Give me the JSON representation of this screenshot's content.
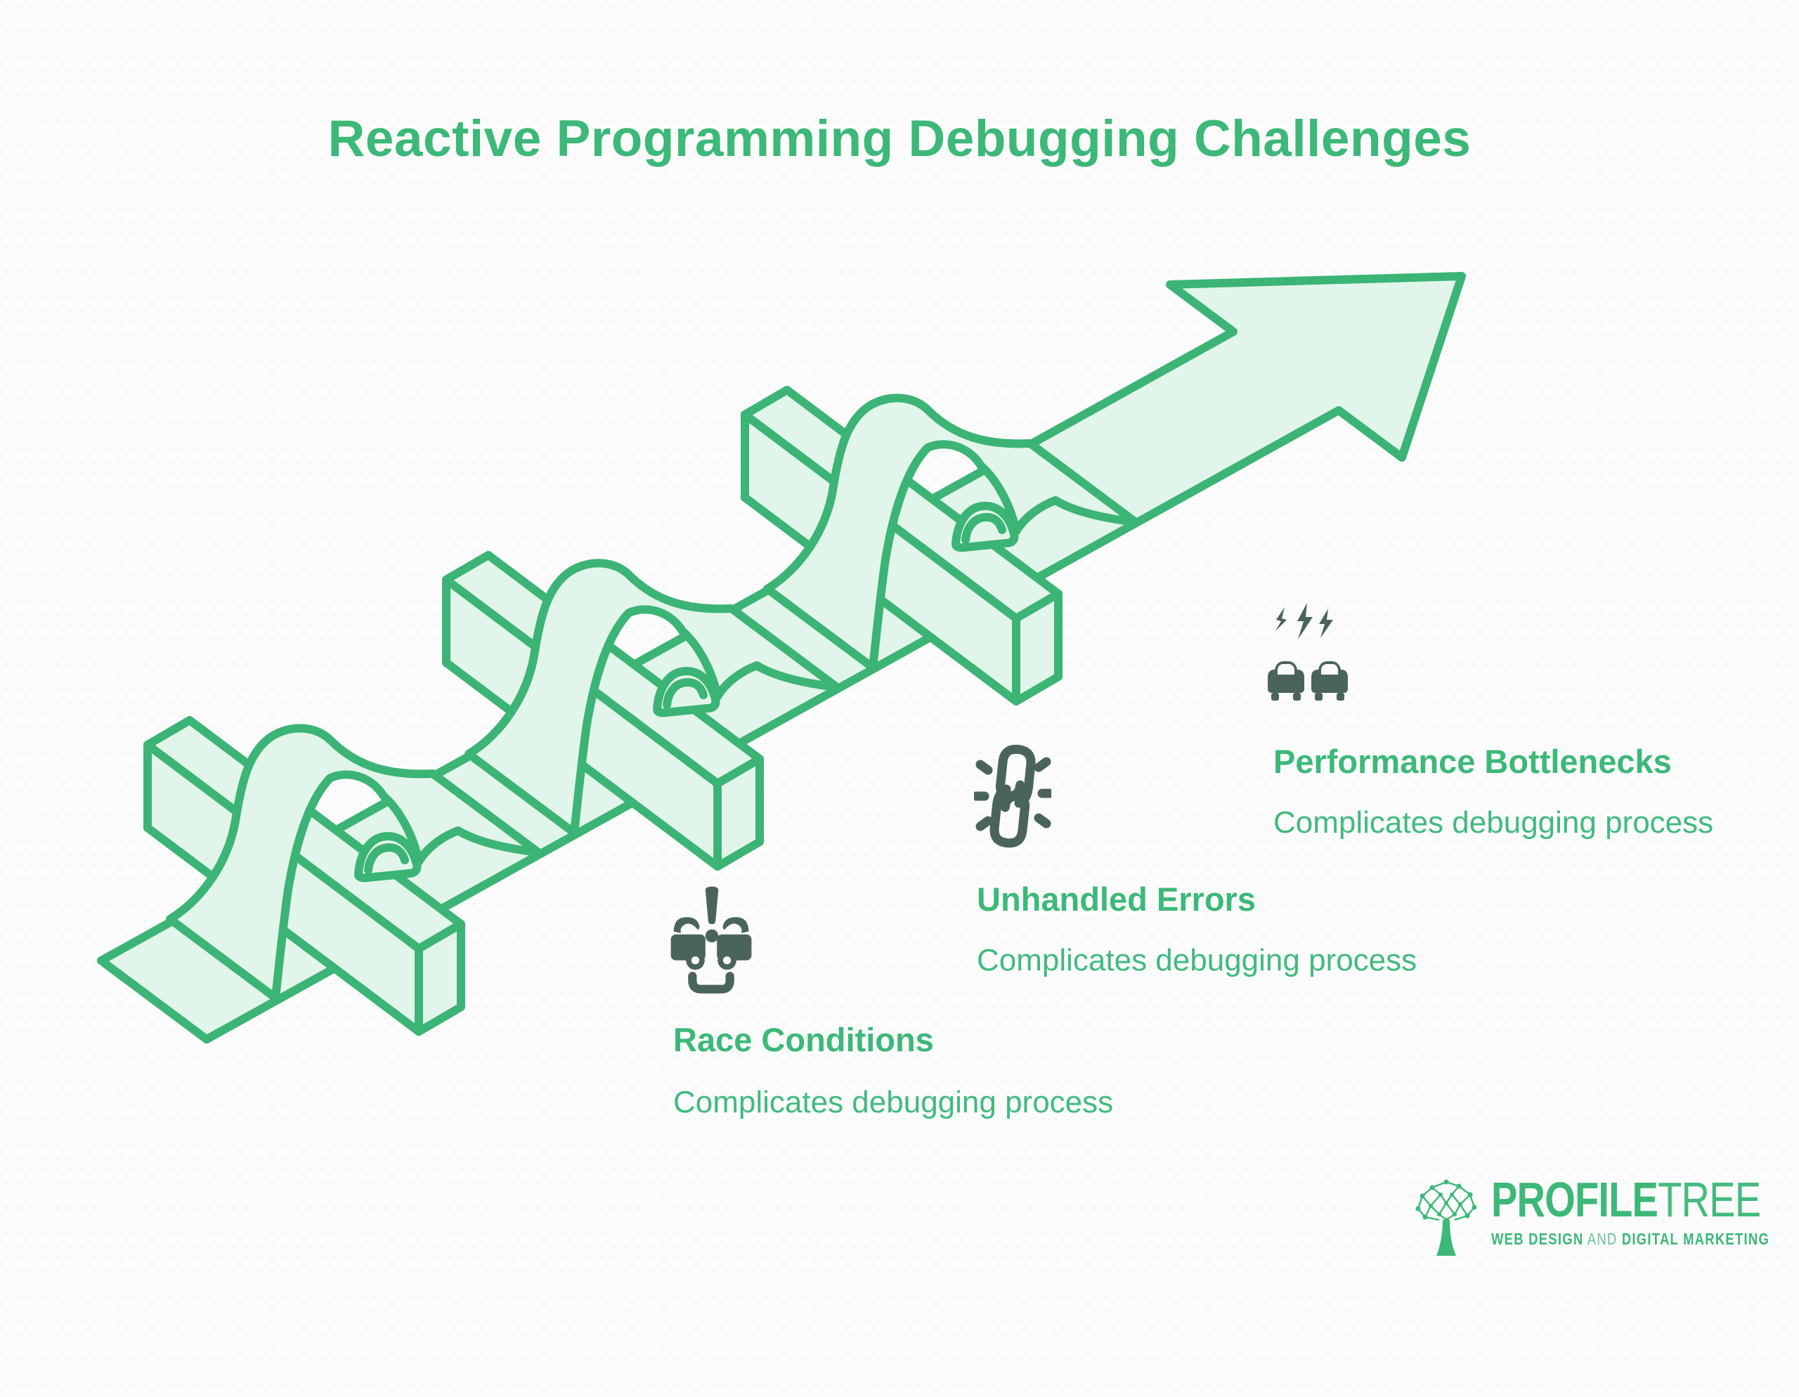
{
  "title": "Reactive Programming Debugging Challenges",
  "colors": {
    "accent_green": "#3cb878",
    "outline_green": "#3bb476",
    "light_fill": "#e2f5ea",
    "icon_dark": "#4b6459",
    "background": "#fbfbfb"
  },
  "challenges": [
    {
      "label": "Race Conditions",
      "description": "Complicates debugging process",
      "icon": "race-cars-icon"
    },
    {
      "label": "Unhandled Errors",
      "description": "Complicates debugging process",
      "icon": "broken-chain-icon"
    },
    {
      "label": "Performance Bottlenecks",
      "description": "Complicates debugging process",
      "icon": "traffic-jam-icon"
    }
  ],
  "illustration": {
    "type": "isometric-arrow-over-obstacles",
    "obstacle_count": 3
  },
  "logo": {
    "name_primary": "PROFILE",
    "name_secondary": "TREE",
    "tagline_lead": "WEB DESIGN",
    "tagline_mid": " AND ",
    "tagline_tail": "DIGITAL MARKETING"
  }
}
